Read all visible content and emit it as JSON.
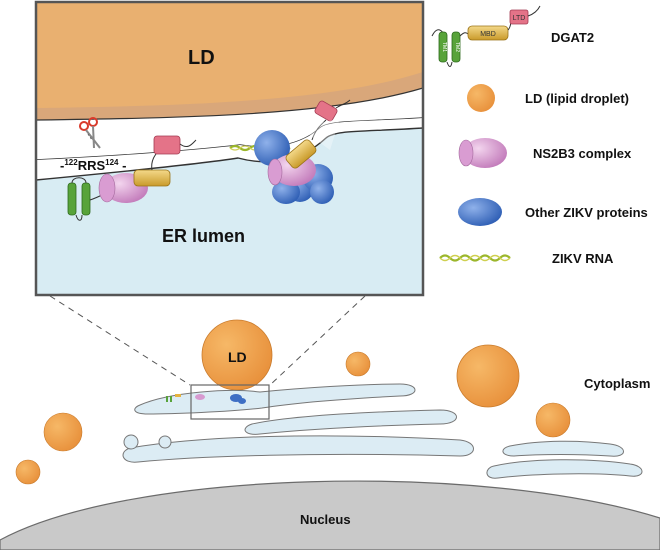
{
  "inset": {
    "ld_label": "LD",
    "er_lumen_label": "ER lumen",
    "cleavage_site_number_left": "122",
    "cleavage_site_letters": "RRS",
    "cleavage_site_number_right": "124"
  },
  "dgat2_domains": {
    "tm1": "TM1",
    "tm2": "TM2",
    "mbd": "MBD",
    "ltd": "LTD"
  },
  "legend": {
    "items": [
      {
        "label": "DGAT2",
        "icon": "dgat2-icon"
      },
      {
        "label": "LD (lipid droplet)",
        "icon": "lipid-droplet-icon",
        "color": "#f0a04a"
      },
      {
        "label": "NS2B3 complex",
        "icon": "ns2b3-icon",
        "color": "#d79ad0"
      },
      {
        "label": "Other ZIKV proteins",
        "icon": "zikv-protein-icon",
        "color": "#3f6fc4"
      },
      {
        "label": "ZIKV RNA",
        "icon": "zikv-rna-icon",
        "color": "#9bb62a"
      }
    ]
  },
  "cell": {
    "ld_label": "LD",
    "cytoplasm_label": "Cytoplasm",
    "nucleus_label": "Nucleus"
  },
  "colors": {
    "ld": "#f0a04a",
    "ld_shell": "#d9a77a",
    "er": "#dcecf4",
    "er_lumen": "#cfe3ec",
    "nucleus": "#c9c9c9",
    "tm": "#58a33a",
    "mbd": "#e6b340",
    "ltd": "#e47388"
  }
}
